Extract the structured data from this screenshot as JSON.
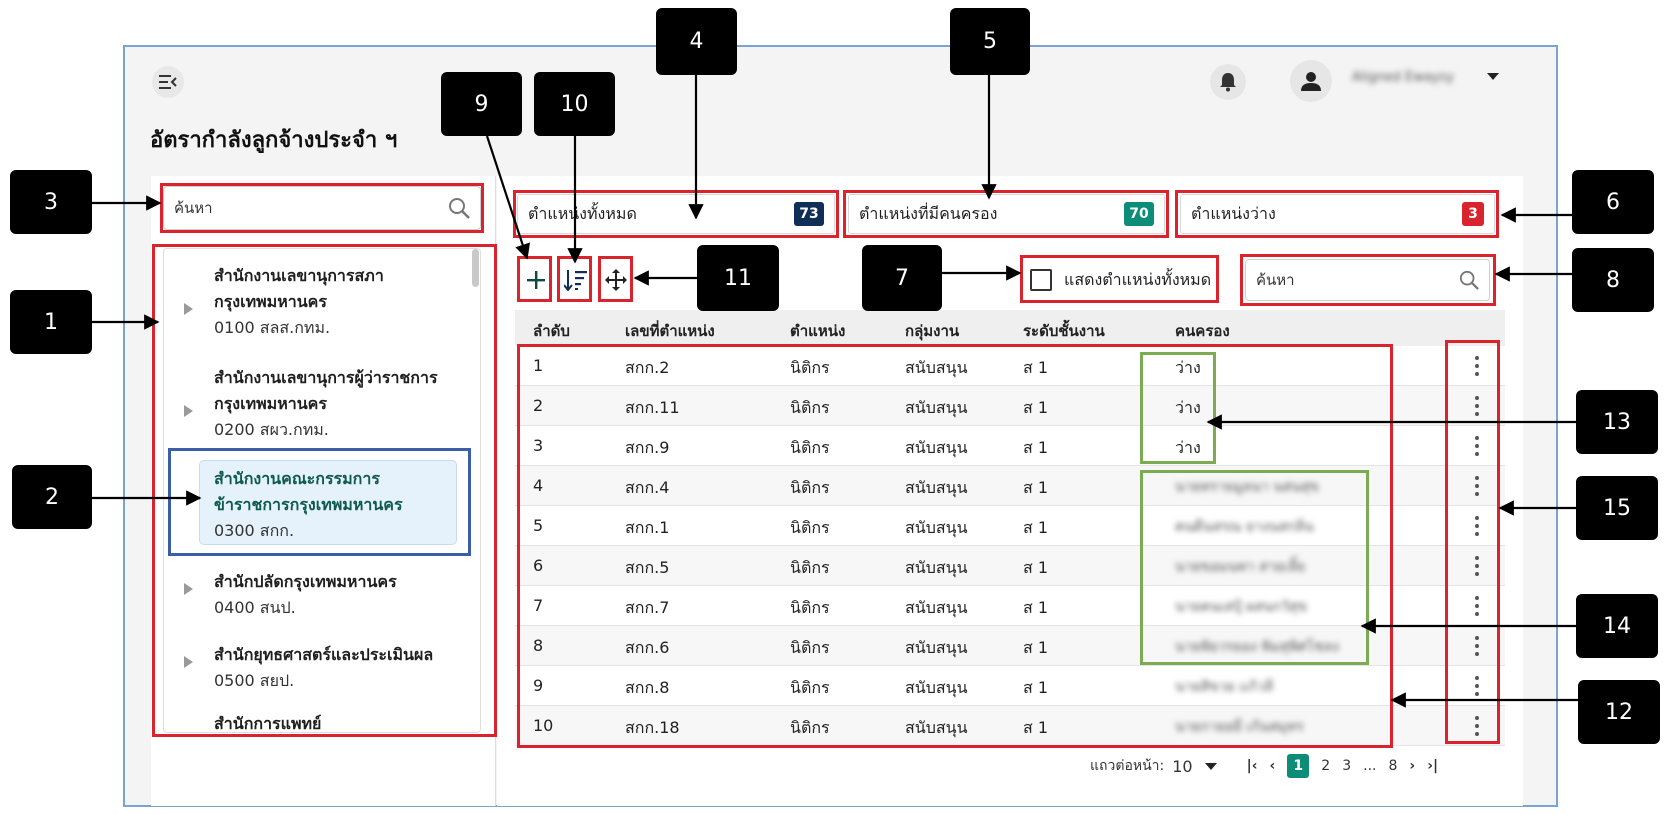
{
  "page_title": "อัตรากำลังลูกจ้างประจำ ฯ",
  "header": {
    "username": "Aligned Ewaysy"
  },
  "left": {
    "search_placeholder": "ค้นหา",
    "tree": [
      {
        "line1": "สำนักงานเลขานุการสภา",
        "line2": "กรุงเทพมหานคร",
        "code": "0100 สลส.กทม.",
        "expandable": true
      },
      {
        "line1": "สำนักงานเลขานุการผู้ว่าราชการ",
        "line2": "กรุงเทพมหานคร",
        "code": "0200 สผว.กทม.",
        "expandable": true
      },
      {
        "line1": "สำนักงานคณะกรรมการ",
        "line2": "ข้าราชการกรุงเทพมหานคร",
        "code": "0300 สกก.",
        "expandable": false,
        "selected": true
      },
      {
        "line1": "สำนักปลัดกรุงเทพมหานคร",
        "line2": "",
        "code": "0400 สนป.",
        "expandable": true
      },
      {
        "line1": "สำนักยุทธศาสตร์และประเมินผล",
        "line2": "",
        "code": "0500 สยป.",
        "expandable": true
      },
      {
        "line1": "สำนักการแพทย์",
        "line2": "",
        "code": "",
        "expandable": false
      }
    ]
  },
  "stats": {
    "total": {
      "label": "ตำแหน่งทั้งหมด",
      "value": "73",
      "color": "#0f2f57"
    },
    "filled": {
      "label": "ตำแหน่งที่มีคนครอง",
      "value": "70",
      "color": "#0d8c78"
    },
    "vacant": {
      "label": "ตำแหน่งว่าง",
      "value": "3",
      "color": "#d9232d"
    }
  },
  "toolbar": {
    "show_all_label": "แสดงตำแหน่งทั้งหมด",
    "search_placeholder": "ค้นหา"
  },
  "table": {
    "headers": [
      "ลำดับ",
      "เลขที่ตำแหน่ง",
      "ตำแหน่ง",
      "กลุ่มงาน",
      "ระดับชั้นงาน",
      "คนครอง"
    ],
    "rows": [
      [
        "1",
        "สกก.2",
        "นิติกร",
        "สนับสนุน",
        "ส 1",
        "ว่าง"
      ],
      [
        "2",
        "สกก.11",
        "นิติกร",
        "สนับสนุน",
        "ส 1",
        "ว่าง"
      ],
      [
        "3",
        "สกก.9",
        "นิติกร",
        "สนับสนุน",
        "ส 1",
        "ว่าง"
      ],
      [
        "4",
        "สกก.4",
        "นิติกร",
        "สนับสนุน",
        "ส 1",
        "นายทรายมูลนา นสนสุข"
      ],
      [
        "5",
        "สกก.1",
        "นิติกร",
        "สนับสนุน",
        "ส 1",
        "คนดีนสรณ ยางนสกลิ่น"
      ],
      [
        "6",
        "สกก.5",
        "นิติกร",
        "สนับสนุน",
        "ส 1",
        "นายขอมนทา สายเลิ้ย"
      ],
      [
        "7",
        "สกก.7",
        "นิติกร",
        "สนับสนุน",
        "ส 1",
        "นายคนเสปุ้ ผสนกวัสุข"
      ],
      [
        "8",
        "สกก.6",
        "นิติกร",
        "สนับสนุน",
        "ส 1",
        "นายพิยวรยอง พิมสุพิศโชลง"
      ],
      [
        "9",
        "สกก.8",
        "นิติกร",
        "สนับสนุน",
        "ส 1",
        "นายสิขวย แก้วลี"
      ],
      [
        "10",
        "สกก.18",
        "นิติกร",
        "สนับสนุน",
        "ส 1",
        "นายกายอยี่ เก้นสมุทร"
      ]
    ]
  },
  "pagination": {
    "rows_per_page_label": "แถวต่อหน้า:",
    "rows_per_page": "10",
    "pages": [
      "1",
      "2",
      "3",
      "...",
      "8"
    ],
    "current": "1"
  },
  "callouts": [
    "1",
    "2",
    "3",
    "4",
    "5",
    "6",
    "7",
    "8",
    "9",
    "10",
    "11",
    "12",
    "13",
    "14",
    "15"
  ]
}
